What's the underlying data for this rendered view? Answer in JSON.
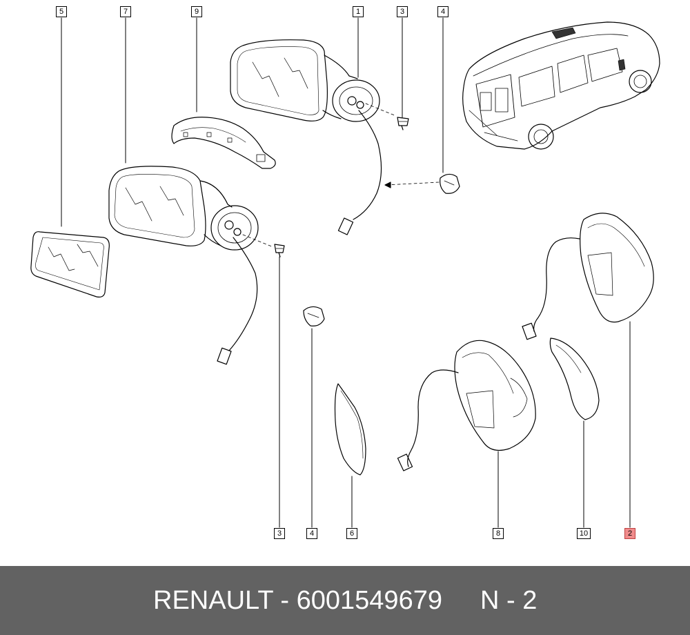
{
  "callouts": {
    "c5": "5",
    "c7": "7",
    "c9": "9",
    "c1": "1",
    "c3_top": "3",
    "c4_top": "4",
    "c3_bottom": "3",
    "c4_bottom": "4",
    "c6": "6",
    "c8": "8",
    "c10": "10",
    "c2": "2"
  },
  "footer": {
    "part_label": "RENAULT - 6001549679",
    "page_label": "N - 2"
  },
  "colors": {
    "footer_background": "#626262",
    "footer_text": "#ffffff",
    "highlight_fill": "#f08c8c",
    "highlight_border": "#c04040"
  }
}
